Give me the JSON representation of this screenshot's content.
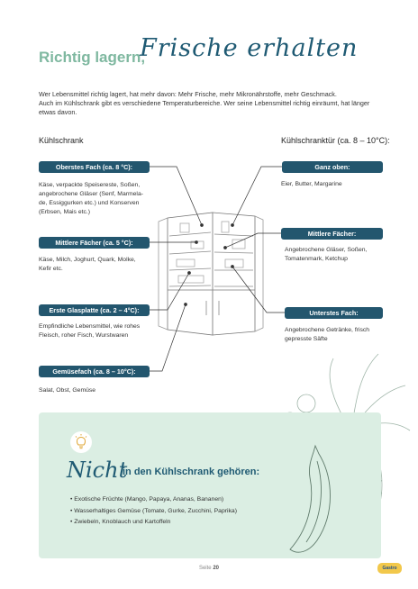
{
  "header": {
    "title_main": "Richtig lagern,",
    "title_script": "Frische erhalten"
  },
  "intro": {
    "line1": "Wer Lebensmittel richtig lagert, hat mehr davon: Mehr Frische, mehr Mikronährstoffe, mehr Geschmack.",
    "line2": "Auch im Kühlschrank gibt es verschiedene Temperaturbereiche. Wer seine Lebensmittel richtig einräumt, hat länger etwas davon."
  },
  "fridge": {
    "heading": "Kühlschrank",
    "zones": [
      {
        "label": "Oberstes Fach (ca. 8 °C):",
        "desc": [
          "Käse, verpackte Speisereste, Soßen,",
          "angebrochene Gläser (Senf, Marmela-",
          "de, Essiggurken etc.) und Konserven",
          "(Erbsen, Mais etc.)"
        ]
      },
      {
        "label": "Mittlere Fächer (ca. 5 °C):",
        "desc": [
          "Käse, Milch, Joghurt, Quark, Molke,",
          "Kefir etc."
        ]
      },
      {
        "label": "Erste Glasplatte (ca. 2 – 4°C):",
        "desc": [
          "Empfindliche Lebensmittel, wie rohes",
          "Fleisch, roher Fisch, Wurstwaren"
        ]
      },
      {
        "label": "Gemüsefach (ca. 8 – 10°C):",
        "desc": [
          "Salat, Obst, Gemüse"
        ]
      }
    ]
  },
  "door": {
    "heading": "Kühlschranktür (ca. 8 – 10°C):",
    "zones": [
      {
        "label": "Ganz oben:",
        "desc": [
          "Eier, Butter, Margarine"
        ]
      },
      {
        "label": "Mittlere Fächer:",
        "desc": [
          "Angebrochene Gläser, Soßen,",
          "Tomatenmark, Ketchup"
        ]
      },
      {
        "label": "Unterstes Fach:",
        "desc": [
          "Angebrochene Getränke, frisch",
          "gepresste Säfte"
        ]
      }
    ]
  },
  "panel": {
    "script_word": "Nicht",
    "title": "in den Kühlschrank gehören:",
    "items": [
      "• Exotische Früchte (Mango, Papaya, Ananas, Bananen)",
      "• Wasserhaltiges Gemüse (Tomate, Gurke, Zucchini, Paprika)",
      "• Zwiebeln, Knoblauch und Kartoffeln"
    ]
  },
  "footer": {
    "page_label": "Seite",
    "page_number": "20",
    "logo_text": "Gastro"
  },
  "colors": {
    "accent_dark": "#23566e",
    "accent_green": "#7fb8a0",
    "panel_bg": "#dbeee3"
  },
  "icons": [
    "lightbulb-icon",
    "fridge-illustration",
    "banana-illustration",
    "pineapple-illustration"
  ]
}
